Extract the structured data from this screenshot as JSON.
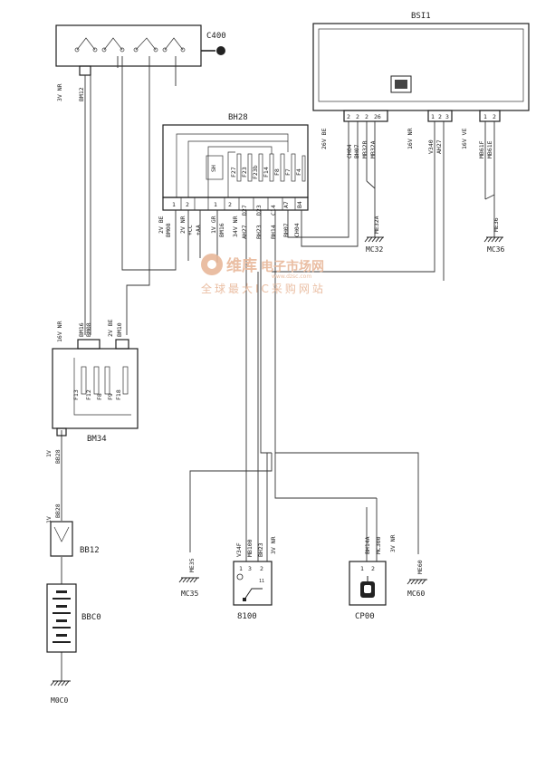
{
  "components": {
    "ignition_switch": {
      "label": "C400"
    },
    "bsi": {
      "label": "BSI1"
    },
    "bh28": {
      "label": "BH28",
      "fuses": [
        "F27",
        "F23",
        "F23b",
        "F14",
        "F8",
        "F7",
        "F4"
      ],
      "sh": "SH",
      "pins": [
        "1",
        "2",
        "1",
        "2",
        "D27",
        "D23",
        "C14",
        "A7",
        "B4"
      ]
    },
    "bm34": {
      "label": "BM34",
      "fuses": [
        "F13",
        "F12",
        "F8",
        "F9",
        "F18"
      ]
    },
    "bb12": {
      "label": "BB12"
    },
    "battery": {
      "label": "BBC0"
    },
    "node_8100": {
      "label": "8100",
      "pins": [
        "1",
        "3",
        "2"
      ],
      "pin_extra": "11"
    },
    "node_cp00": {
      "label": "CP00",
      "pins": [
        "1",
        "2"
      ]
    },
    "grounds": {
      "m000": "M0C0",
      "mc32": "MC32",
      "mc36": "MC36",
      "mc35": "MC35",
      "mc60": "MC60"
    }
  },
  "wires": {
    "ign_out": {
      "conn": "3V NR",
      "wire": "BM12"
    },
    "bh28_in1": {
      "conn": "2V BE",
      "wire": "BM08"
    },
    "bh28_in2": {
      "conn": "2V NR",
      "wire": "+CC"
    },
    "bh28_in2b": {
      "wire": "+AA"
    },
    "bh28_in3": {
      "conn": "1V GR",
      "wire": "BM16"
    },
    "bh28_d27": {
      "conn": "34V NR",
      "wire": "AH27"
    },
    "bh28_d23": {
      "wire": "BH23"
    },
    "bh28_c14": {
      "wire": "BH14"
    },
    "bh28_a7": {
      "wire": "BH07"
    },
    "bh28_b4": {
      "wire": "CH04"
    },
    "bsi_left": {
      "conn": "26V BE",
      "wire": "CH04",
      "wire2": "BH07"
    },
    "bsi_mc32": {
      "wires": [
        "MB32B",
        "MB32A"
      ]
    },
    "bsi_me32a": {
      "wire": "ME32A"
    },
    "bsi_mid": {
      "conn": "16V NR",
      "wire": "V340",
      "wire2": "AH27"
    },
    "bsi_right": {
      "conn": "16V VE",
      "wires": [
        "MB61F",
        "MB61E"
      ]
    },
    "bsi_me36": {
      "wire": "ME36"
    },
    "bm34_in": {
      "conn": "16V NR",
      "wires": [
        "BM16",
        "BM08"
      ]
    },
    "bm34_in2": {
      "conn": "2V BE",
      "wire": "BM10"
    },
    "bm34_out": {
      "conn": "1V",
      "wire": "BB28"
    },
    "bb12_in": {
      "conn": "1V",
      "wire": "BB28"
    },
    "n8100": {
      "conn": "3V NR",
      "wires": [
        "V34F",
        "MB100",
        "BH23"
      ]
    },
    "me35": {
      "wire": "ME35"
    },
    "cp00": {
      "conn": "3V NR",
      "wires": [
        "BH14A",
        "MC300"
      ]
    },
    "me60": {
      "wire": "ME60"
    }
  },
  "pins": {
    "bsi_left": [
      "2",
      "2",
      "2",
      "26"
    ],
    "bsi_mid": [
      "1",
      "2",
      "3"
    ],
    "bsi_right": [
      "1",
      "2"
    ]
  },
  "watermark": {
    "brand": "维库",
    "brand2": "电子市场网",
    "url": "www.dzsc.com",
    "slogan": "全球最大IC采购网站"
  }
}
